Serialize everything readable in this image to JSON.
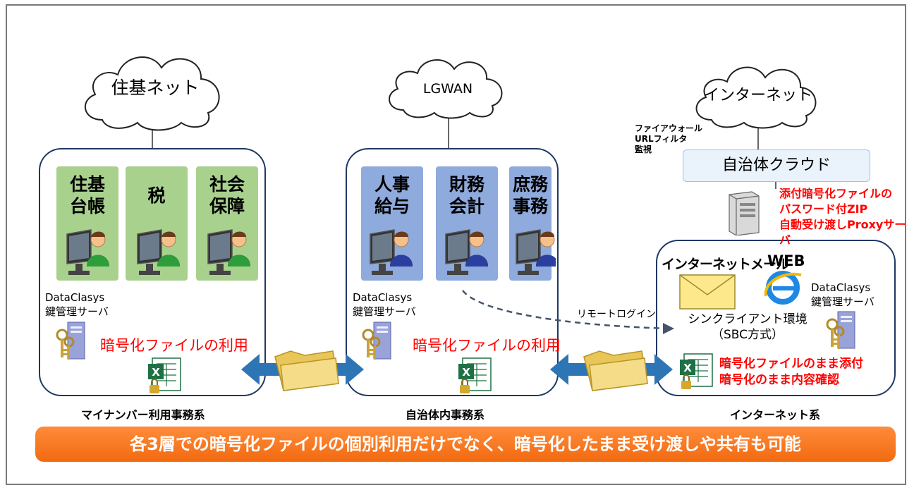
{
  "clouds": {
    "juki": "住基ネット",
    "lgwan": "LGWAN",
    "internet": "インターネット"
  },
  "zones": {
    "mynumber": {
      "label": "マイナンバー利用事務系",
      "tiles": [
        "住基\n台帳",
        "税",
        "社会\n保障"
      ],
      "server": "DataClasys\n鍵管理サーバ",
      "usage": "暗号化ファイルの利用"
    },
    "internal": {
      "label": "自治体内事務系",
      "tiles": [
        "人事\n給与",
        "財務\n会計",
        "庶務\n事務"
      ],
      "server": "DataClasys\n鍵管理サーバ",
      "usage": "暗号化ファイルの利用"
    },
    "internet": {
      "label": "インターネット系",
      "mail": "インターネットメール",
      "web": "WEB",
      "server": "DataClasys\n鍵管理サーバ",
      "thin_client": "シンクライアント環境\n（SBC方式）",
      "attach": "暗号化ファイルのまま添付\n暗号化のまま内容確認"
    }
  },
  "cloud_service": {
    "title": "自治体クラウド",
    "firewall": "ファイアウォール\nURLフィルタ\n監視",
    "proxy": "添付暗号化ファイルの\nパスワード付ZIP\n自動受け渡しProxyサーバ"
  },
  "remote_login": "リモートログイン",
  "banner": "各3層での暗号化ファイルの個別利用だけでなく、暗号化したまま受け渡しや共有も可能",
  "colors": {
    "zone_border": "#1f3864",
    "tile_green": "#a9d18e",
    "tile_blue": "#8faadc",
    "banner": "#f26a10",
    "arrow": "#2e75b6",
    "emphasis": "#ff0000"
  }
}
